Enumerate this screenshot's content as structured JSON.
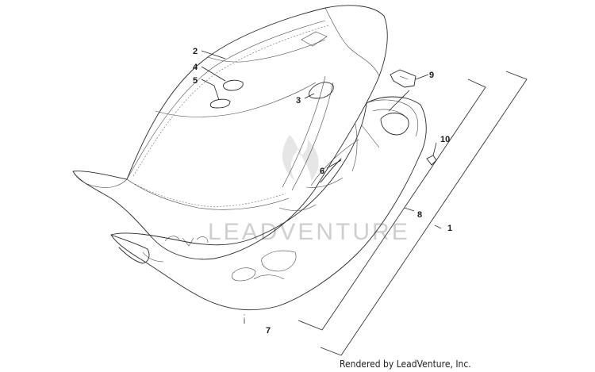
{
  "diagram": {
    "callouts": [
      {
        "id": "c2",
        "label": "2"
      },
      {
        "id": "c4",
        "label": "4"
      },
      {
        "id": "c5",
        "label": "5"
      },
      {
        "id": "c3",
        "label": "3"
      },
      {
        "id": "c9",
        "label": "9"
      },
      {
        "id": "c10",
        "label": "10"
      },
      {
        "id": "c6",
        "label": "6"
      },
      {
        "id": "c8",
        "label": "8"
      },
      {
        "id": "c1",
        "label": "1"
      },
      {
        "id": "c7",
        "label": "7"
      }
    ],
    "watermark": "LEADVENTURE",
    "credit": "Rendered by LeadVenture, Inc."
  }
}
